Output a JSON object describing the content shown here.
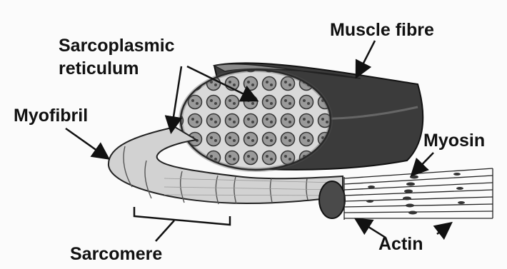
{
  "labels": {
    "muscle_fibre": "Muscle fibre",
    "sarcoplasmic_line1": "Sarcoplasmic",
    "sarcoplasmic_line2": "reticulum",
    "myofibril": "Myofibril",
    "myosin": "Myosin",
    "sarcomere": "Sarcomere",
    "actin": "Actin"
  },
  "colors": {
    "fibre_outer": "#3b3b3b",
    "fibre_light": "#bdbdbd",
    "myofibril_fill": "#cfcfcf",
    "ink": "#111111",
    "background": "#fbfbfb"
  }
}
